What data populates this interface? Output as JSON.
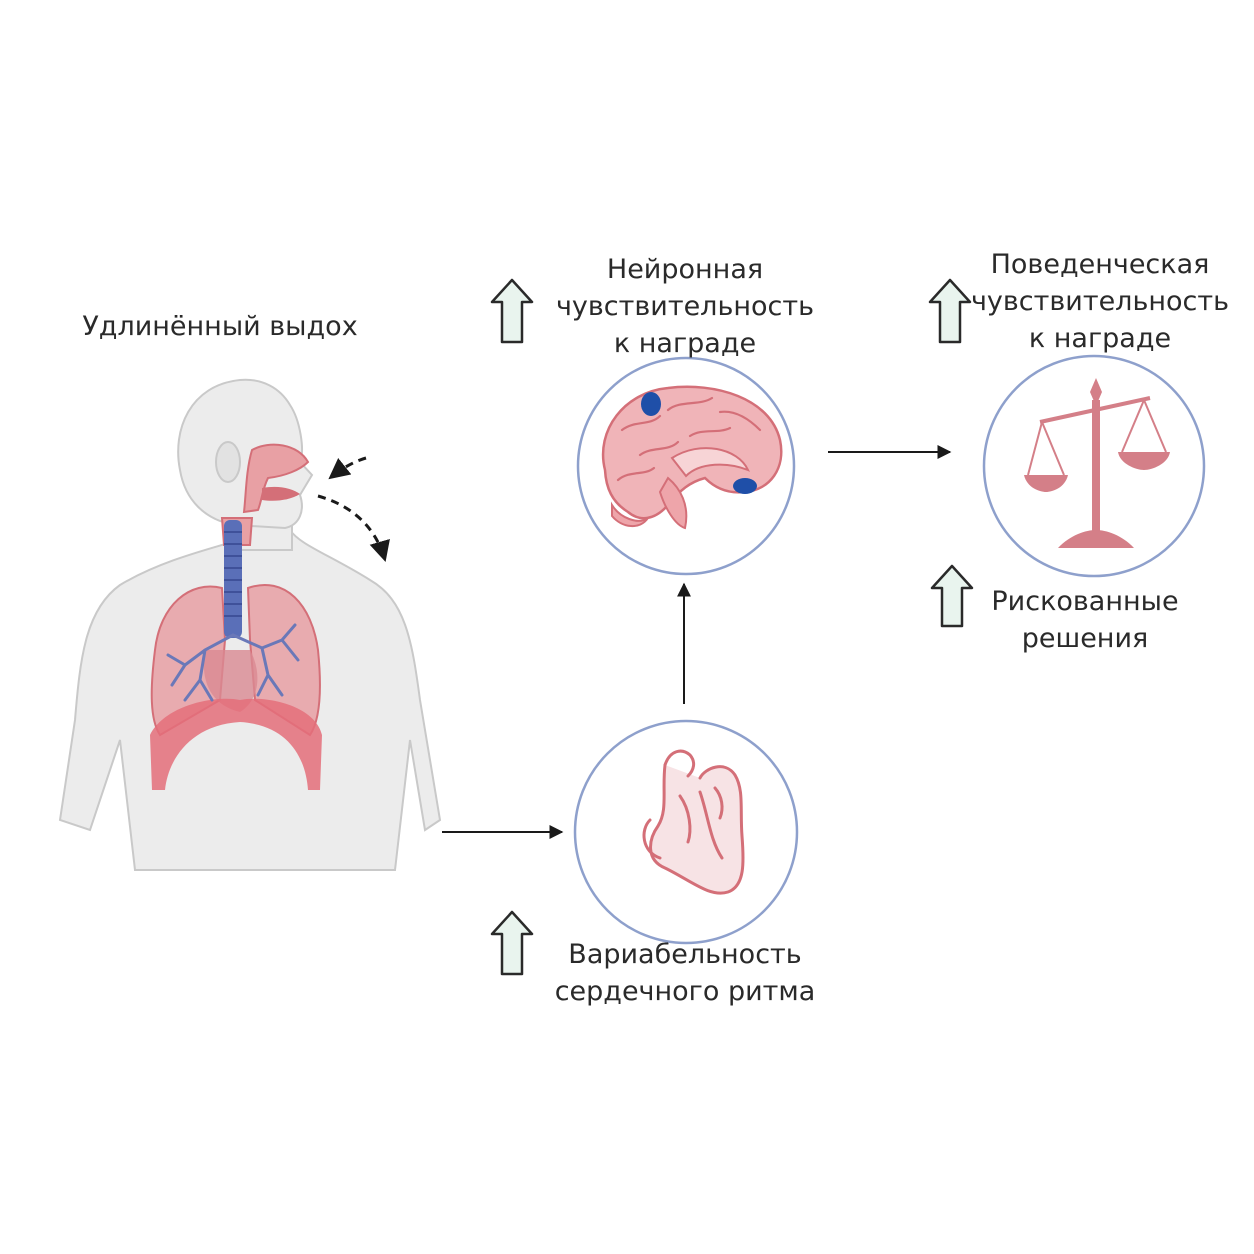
{
  "labels": {
    "exhale": "Удлинённый выдох",
    "neural": [
      "Нейронная",
      "чувствительность",
      "к награде"
    ],
    "behavioral": [
      "Поведенческая",
      "чувствительность",
      "к награде"
    ],
    "risky": [
      "Рискованные",
      "решения"
    ],
    "hrv": [
      "Вариабельность",
      "сердечного ритма"
    ]
  },
  "colors": {
    "body_fill": "#ececec",
    "body_stroke": "#c9c9c9",
    "organ_pink": "#e8a0a4",
    "organ_dark": "#d46f78",
    "airway_blue": "#5a6fb8",
    "accent_blue": "#1f4fa8",
    "circle_stroke": "#8ea0cc",
    "scale_pink": "#d47f88",
    "up_arrow_fill": "#e9f4ee",
    "up_arrow_stroke": "#2a2a2a",
    "connector": "#1a1a1a"
  },
  "icons": [
    "human-respiratory-figure",
    "brain-icon",
    "heart-icon",
    "balance-scale-icon",
    "up-arrow-icon"
  ]
}
